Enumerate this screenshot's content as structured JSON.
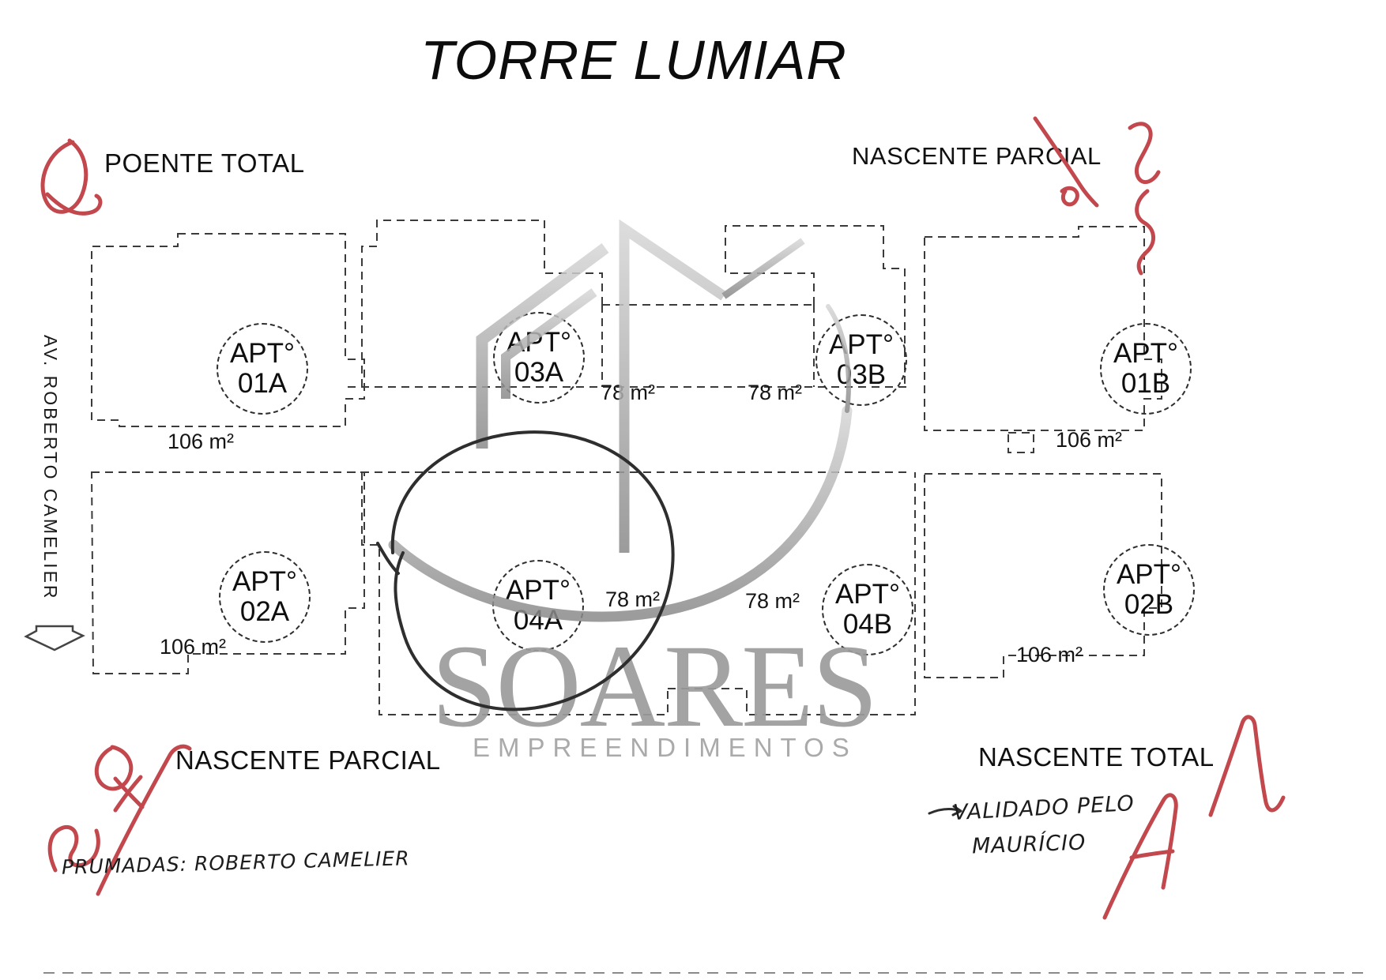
{
  "page": {
    "title": "TORRE LUMIAR"
  },
  "orientation_labels": {
    "top_left": "POENTE TOTAL",
    "top_right": "NASCENTE PARCIAL",
    "bottom_left": "NASCENTE PARCIAL",
    "bottom_right": "NASCENTE TOTAL"
  },
  "street_label": "AV. ROBERTO CAMELIER",
  "units": [
    {
      "id": "01A",
      "line1": "APT°",
      "line2": "01A",
      "area": "106 m²"
    },
    {
      "id": "03A",
      "line1": "APT°",
      "line2": "03A",
      "area": "78 m²"
    },
    {
      "id": "03B",
      "line1": "APT°",
      "line2": "03B",
      "area": "78 m²"
    },
    {
      "id": "01B",
      "line1": "APT°",
      "line2": "01B",
      "area": "106 m²"
    },
    {
      "id": "02A",
      "line1": "APT°",
      "line2": "02A",
      "area": "106 m²"
    },
    {
      "id": "04A",
      "line1": "APT°",
      "line2": "04A",
      "area": "78 m²"
    },
    {
      "id": "04B",
      "line1": "APT°",
      "line2": "04B",
      "area": "78 m²"
    },
    {
      "id": "02B",
      "line1": "APT°",
      "line2": "02B",
      "area": "106 m²"
    }
  ],
  "watermark": {
    "word": "SOARES",
    "subtitle": "EMPREENDIMENTOS"
  },
  "handwritten_notes": {
    "validation_line1": "VALIDADO PELO",
    "validation_line2": "MAURÍCIO",
    "bottom_note": "PRUMADAS: ROBERTO CAMELIER"
  },
  "colors": {
    "red_ink": "#c2484d",
    "plan_line": "#3b3b3b",
    "watermark_gray": "#9c9c9c",
    "logo_silver_light": "#d6d6d6",
    "logo_silver_dark": "#8a8a8a"
  }
}
